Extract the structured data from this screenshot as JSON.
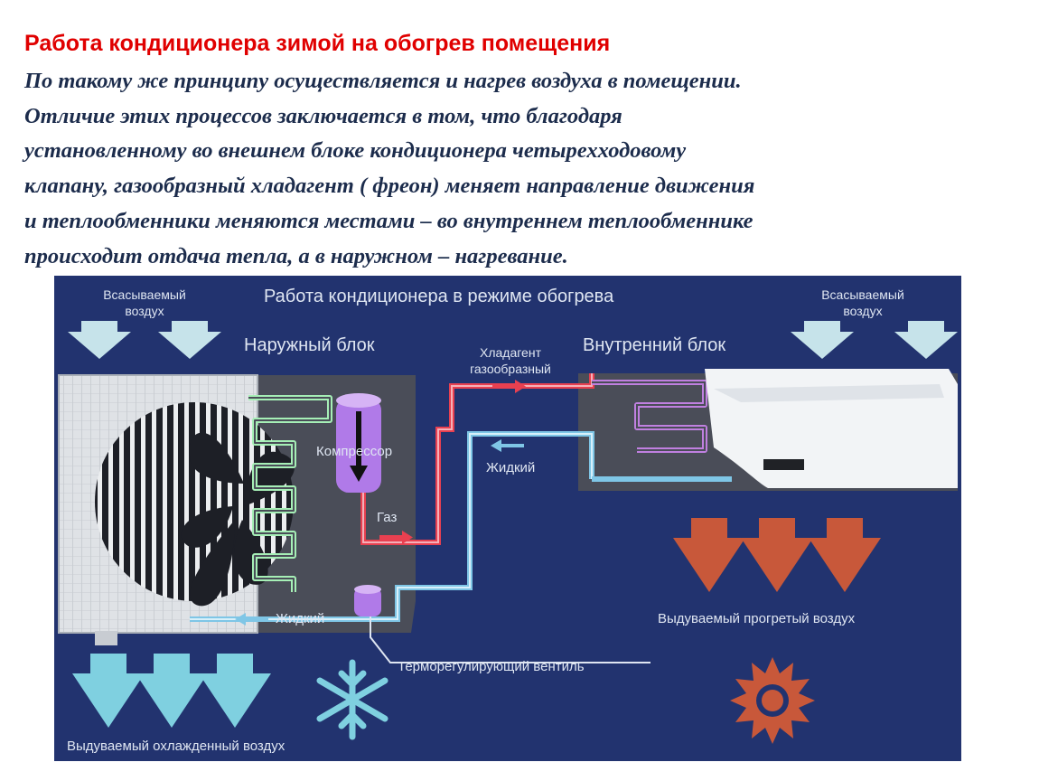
{
  "heading": "Работа кондиционера зимой на обогрев помещения",
  "paragraph_lines": [
    "По такому же принципу осуществляется и нагрев воздуха в помещении.",
    "Отличие этих процессов заключается в том, что благодаря",
    "установленному во внешнем блоке кондиционера четырехходовому",
    "клапану, газообразный хладагент ( фреон) меняет направление движения",
    "и теплообменники меняются местами – во внутреннем теплообменнике",
    "происходит отдача тепла, а в наружном – нагревание."
  ],
  "diagram": {
    "title": "Работа кондиционера в режиме обогрева",
    "intake_left": [
      "Всасываемый",
      "воздух"
    ],
    "intake_right": [
      "Всасываемый",
      "воздух"
    ],
    "outdoor_unit": "Наружный блок",
    "indoor_unit": "Внутренний блок",
    "refrigerant_gas": [
      "Хладагент",
      "газообразный"
    ],
    "compressor": "Компрессор",
    "gas": "Газ",
    "liquid_top": "Жидкий",
    "liquid_bottom": "Жидкий",
    "thermo_valve": "Терморегулирующий вентиль",
    "warm_air_out": "Выдуваемый прогретый воздух",
    "cold_air_out": "Выдуваемый охлажденный воздух",
    "icons": [
      "snowflake-icon",
      "sun-icon"
    ],
    "colors": {
      "background": "#22336f",
      "hot_line": "#e84050",
      "cold_line": "#7fc6e6",
      "coil_outdoor": "#a6efb6",
      "coil_indoor": "#c080e0",
      "warm_arrow": "#c8583a",
      "cold_arrow": "#7fd0e0",
      "intake_arrow": "#c6e3ea"
    }
  }
}
